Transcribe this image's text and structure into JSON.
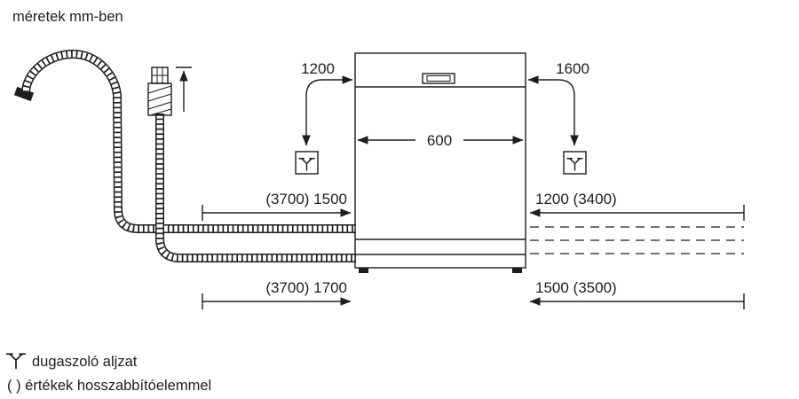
{
  "title": "méretek mm-ben",
  "colors": {
    "ink": "#1d1d1b",
    "background": "#ffffff"
  },
  "diagram": {
    "dimensions": {
      "left_socket_height": "1200",
      "right_socket_height": "1600",
      "appliance_width": "600",
      "left_upper": "(3700) 1500",
      "right_upper": "1200 (3400)",
      "left_lower": "(3700) 1700",
      "right_lower": "1500 (3500)"
    },
    "icons": {
      "socket": "plug-socket-icon"
    }
  },
  "legend": {
    "socket_label": "dugaszoló aljzat",
    "note": "( ) értékek hosszabbítóelemmel"
  }
}
